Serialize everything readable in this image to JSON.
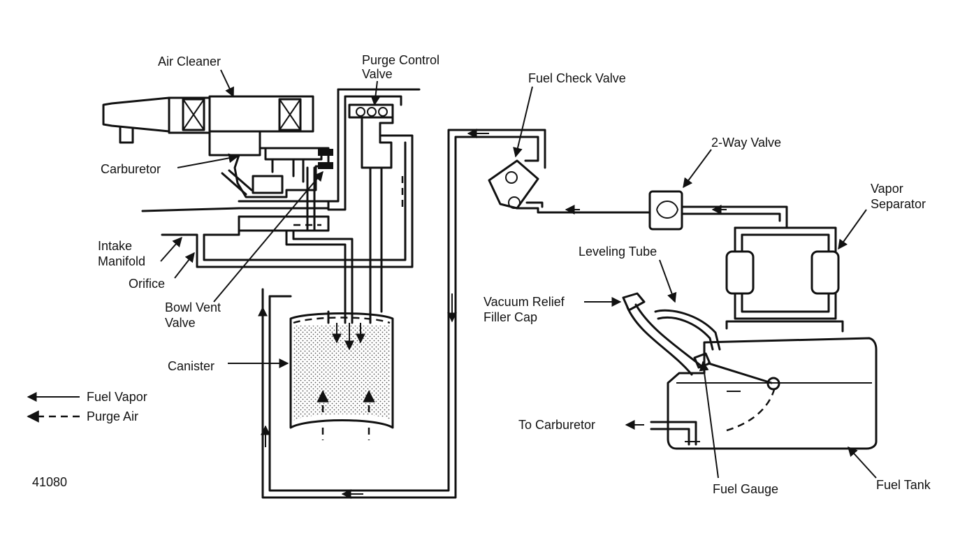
{
  "labels": {
    "air_cleaner": "Air Cleaner",
    "purge_control_valve_1": "Purge Control",
    "purge_control_valve_2": "Valve",
    "fuel_check_valve": "Fuel Check Valve",
    "two_way_valve": "2-Way Valve",
    "vapor_separator_1": "Vapor",
    "vapor_separator_2": "Separator",
    "carburetor": "Carburetor",
    "intake_manifold_1": "Intake",
    "intake_manifold_2": "Manifold",
    "orifice": "Orifice",
    "bowl_vent_valve_1": "Bowl Vent",
    "bowl_vent_valve_2": "Valve",
    "leveling_tube": "Leveling Tube",
    "vacuum_relief_filler_cap_1": "Vacuum Relief",
    "vacuum_relief_filler_cap_2": "Filler Cap",
    "canister": "Canister",
    "to_carburetor": "To Carburetor",
    "fuel_gauge": "Fuel Gauge",
    "fuel_tank": "Fuel Tank"
  },
  "legend": {
    "fuel_vapor": "Fuel Vapor",
    "purge_air": "Purge Air"
  },
  "figure_number": "41080"
}
